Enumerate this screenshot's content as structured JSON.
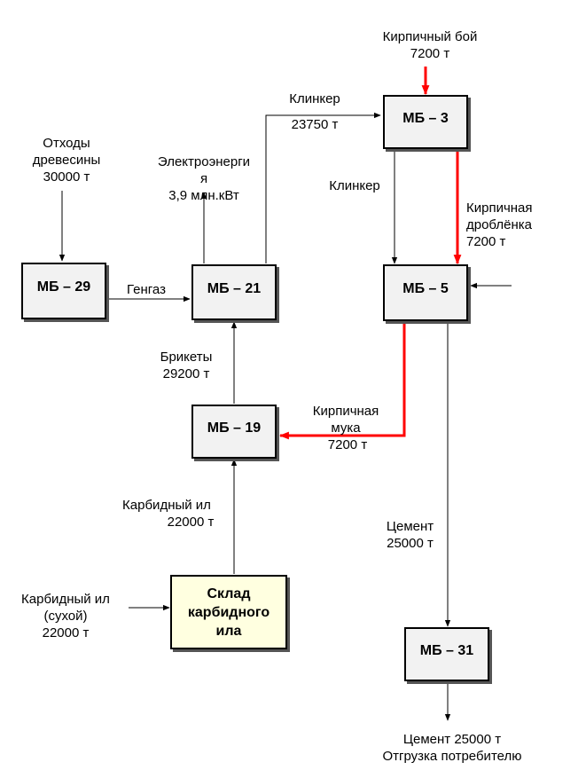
{
  "boxes": {
    "mb3": "МБ – 3",
    "mb5": "МБ – 5",
    "mb19": "МБ – 19",
    "mb21": "МБ – 21",
    "mb29": "МБ – 29",
    "mb31": "МБ – 31",
    "sklad": [
      "Склад",
      "карбидного",
      "ила"
    ]
  },
  "labels": {
    "brick_scrap": [
      "Кирпичный бой",
      "7200 т"
    ],
    "clinker_top": [
      "Клинкер",
      "23750 т"
    ],
    "wood_waste": [
      "Отходы",
      "древесины",
      "30000 т"
    ],
    "electricity": [
      "Электроэнерги",
      "я",
      "3,9 млн.кВт"
    ],
    "clinker_mid": "Клинкер",
    "brick_crushed": [
      "Кирпичная",
      "дроблёнка",
      "7200 т"
    ],
    "gengas": "Генгаз",
    "briquettes": [
      "Брикеты",
      "29200  т"
    ],
    "brick_flour": [
      "Кирпичная",
      "мука",
      "7200 т"
    ],
    "carbide_sludge": [
      "Карбидный ил",
      "22000 т"
    ],
    "cement": [
      "Цемент",
      "25000 т"
    ],
    "carbide_dry": [
      "Карбидный ил",
      "(сухой)",
      "22000 т"
    ],
    "shipment": [
      "Цемент 25000 т",
      "Отгрузка потребителю"
    ]
  },
  "colors": {
    "flow": "#000000",
    "highlight_flow": "#ff0000",
    "box_fill": "#f2f2f2",
    "sklad_fill": "#ffffe0"
  }
}
